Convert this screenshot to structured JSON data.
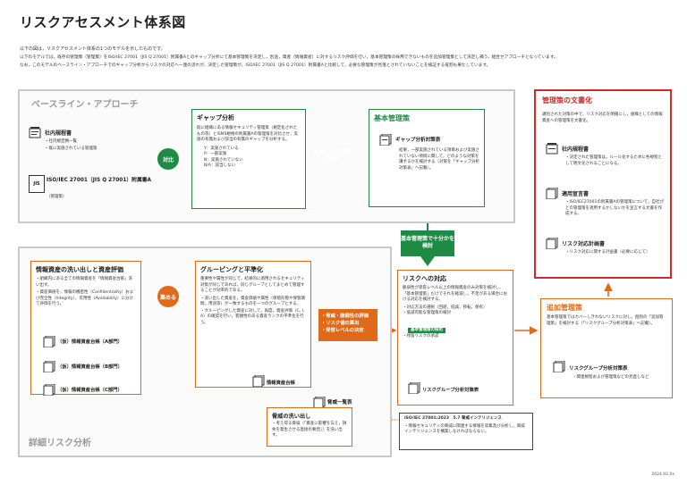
{
  "title": "リスクアセスメント体系図",
  "intro": [
    "以下の図は，リスクアセスメント体系の1つのモデルを示したものです。",
    "以下のモデルでは，既存の管理策（管理策）をISO/IEC 27001（JIS Q 27001）附属書Aとのギャップ分析にて基本管理策を決定し，別途，資産（情報資産）に対するリスク評価を行い，基本管理策の採用できないものを追加管理策として決定し補う，組合せアプローチとなっています。",
    "なお，このモデルのベースライン・アプローチでのギャップ分析からリスクの対応へ一連の流れが，決定した管理策が，ISO/IEC 27001（JIS Q 27001）附属書Aと比較して，必要な管理策が見落とされていないことを検証する役割も果たしています。"
  ],
  "baseline": {
    "title": "ベースライン・アプローチ",
    "rules_doc": {
      "title": "社内規程書",
      "items": [
        "・社内規定類一覧",
        "・既に実施されている管理策"
      ]
    },
    "jis_doc": {
      "badge": "JIS",
      "title": "ISO/IEC 27001（JIS Q 27001）附属書A",
      "sub": "（管理策）"
    },
    "contrast_label": "対比",
    "gap": {
      "title": "ギャップ分析",
      "body": "既に組織にある情報セキュリティ管理策（規定化されたもの等）とISMS規格の附属書Aの管理策を対比させ，実施の有無および該当の有無のギャップを分析する。",
      "legend": [
        "Y：実施されている",
        "P：一部実施",
        "N：実施されていない",
        "N/A：該当しない"
      ]
    },
    "pn_arrow": "P, Nへの対策を検討",
    "basic": {
      "title": "基本管理策",
      "doc_title": "ギャップ分析対策表",
      "body": "結果，一部実施されている項目および実施されていない項目に関して，どのような対策を講ずるかを検討する（対策を「ギャップ分析対策表」へ記載）。"
    }
  },
  "down_arrow": "基本管理策で十分かを検討",
  "detail": {
    "title": "詳細リスク分析",
    "asset": {
      "title": "情報資産の洗い出しと資産評価",
      "items": [
        "・組織内にある全ての情報資産を「情報資産台帳」洗い出す。",
        "・資産価値を，情報の機密性（Confidentiality）および完全性（Integrity），可用性（Availability）に分けて評価を行う。"
      ],
      "ledgers": [
        "（仮）情報資産台帳（A部門）",
        "（仮）情報資産台帳（B部門）",
        "（仮）情報資産台帳（C部門）"
      ]
    },
    "collect_label": "集める",
    "group": {
      "title": "グルーピングと平準化",
      "body": "重要性や属性が同じで，結果的に適用されるセキュリティ対策が同じであれば，同じグループとしてまとめて管理することが効率的である。",
      "items": [
        "・洗い出した資産を，資産価値や属性（保管形態や保管期間，用途等）が一致するものを一つのグループとする。",
        "・グルーピングした資産に対して，再度，資産評価（C, I, A）の確認を行い，客観性のある資産ランクの平準化を行う。"
      ],
      "doc": "情報資産台帳"
    },
    "eval_steps": [
      "・脅威・脆弱性の評価",
      "・リスク値の算出",
      "・受容レベルの決定"
    ],
    "threat_doc": "脅威一覧表",
    "threat": {
      "title": "脅威の洗い出し",
      "body": "・考え得る脅威（「資産に影響を与え，損失を発生させる直接の要因」）を洗い出す。"
    },
    "risk": {
      "title": "リスクへの対応",
      "body": "脆弱性が受容レベル以上の情報資産のみ対策を検討し，「基本管理策」だけでそれを軽減し，不足がある場合における対応を検討する。",
      "items": [
        "・対応方法の選択（回避，低減，移転，保有）",
        "・低減可能な管理策の検討"
      ],
      "highlight": "基本管理策の採用",
      "after": "・残留リスクの承認",
      "doc": "リスクグループ分析対策表"
    },
    "note": {
      "title": "ISO/IEC 27001:2023　5.7 脅威インテリジェンス",
      "body": "・情報セキュリティの脅威に関連する情報を収集及び分析し，脅威インテリジェンスを構築しなければならない。"
    }
  },
  "additional": {
    "title": "追加管理策",
    "body": "基本管理策ではカバーしきれないリスクに対し，個別の「追加管理策」を検討する（「リスクグループ分析対策表」へ記載）。",
    "doc": "リスクグループ分析対策表",
    "items": [
      "・関連規程および管理策などの見直しなど"
    ]
  },
  "documentation": {
    "title": "管理策の文書化",
    "body": "識別された対策の中で，リスク対応を明確にし，組織としての情報資産への管理策を文書化。",
    "docs": [
      {
        "title": "社内規程書",
        "items": [
          "・決定された管理策は，ルール化するために各規程として明文化されることになる。"
        ]
      },
      {
        "title": "適用宣言書",
        "items": [
          "・ISO/IEC27001の附属書Aの管理策について，自社がどの管理策を適用するかしないかを宣言する文書を作成する。"
        ]
      },
      {
        "title": "リスク対応計画書",
        "items": [
          "・リスク対応に関する計画書（必要に応じて）"
        ]
      }
    ]
  },
  "date": "2024.02.0x",
  "colors": {
    "green": "#1e8a44",
    "orange": "#e06a1a",
    "red": "#d02a2a"
  }
}
